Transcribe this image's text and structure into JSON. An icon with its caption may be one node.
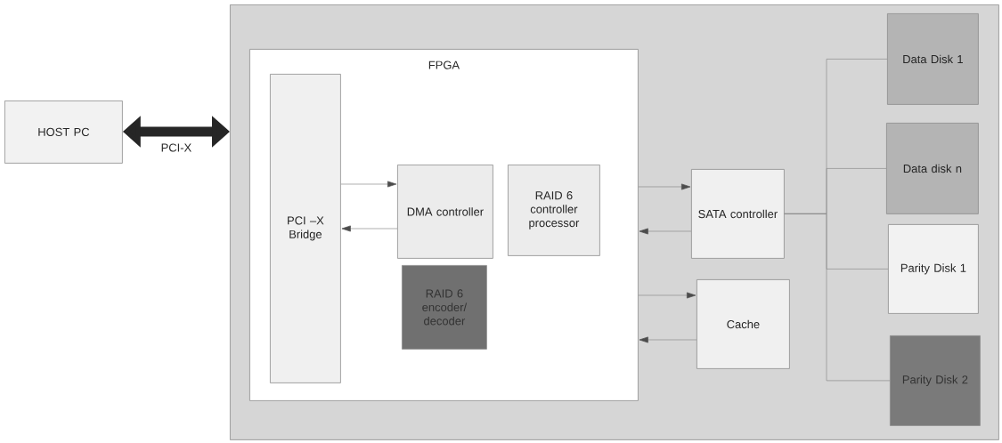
{
  "diagram": {
    "nodes": [
      {
        "text": [
          "HOST PC"
        ]
      },
      {
        "text": [],
        "shape": "box"
      },
      {
        "text": [
          "FPGA"
        ],
        "in": 1
      },
      {
        "text": [
          "PCI –X Bridge"
        ],
        "in": 2
      },
      {
        "text": [
          "DMA controller"
        ],
        "in": 2
      },
      {
        "text": [
          "RAID 6 controller processor"
        ],
        "in": 2
      },
      {
        "text": [
          "RAID 6 encoder/ decoder"
        ],
        "in": 2
      },
      {
        "text": [
          "SATA controller"
        ],
        "in": 1
      },
      {
        "text": [
          "Cache"
        ],
        "in": 1
      },
      {
        "text": [
          "Data Disk 1"
        ],
        "in": 1
      },
      {
        "text": [
          "Data disk n"
        ],
        "in": 1
      },
      {
        "text": [
          "Parity Disk 1"
        ],
        "in": 1
      },
      {
        "text": [
          "Parity Disk 2"
        ],
        "in": 1
      }
    ],
    "edges": [
      {
        "from": 0,
        "to": 1,
        "arrow": "both",
        "label": "PCI-X",
        "style": "thick",
        "color": "#262626"
      },
      {
        "from": 3,
        "to": 4,
        "arrow": "to"
      },
      {
        "from": 4,
        "to": 3,
        "arrow": "to"
      },
      {
        "from": 2,
        "to": 7,
        "arrow": "to"
      },
      {
        "from": 7,
        "to": 2,
        "arrow": "to"
      },
      {
        "from": 2,
        "to": 8,
        "arrow": "to"
      },
      {
        "from": 8,
        "to": 2,
        "arrow": "to"
      },
      {
        "from": 7,
        "to": 9,
        "arrow": "none"
      },
      {
        "from": 7,
        "to": 10,
        "arrow": "none"
      },
      {
        "from": 7,
        "to": 11,
        "arrow": "none"
      },
      {
        "from": 7,
        "to": 12,
        "arrow": "none"
      }
    ]
  }
}
